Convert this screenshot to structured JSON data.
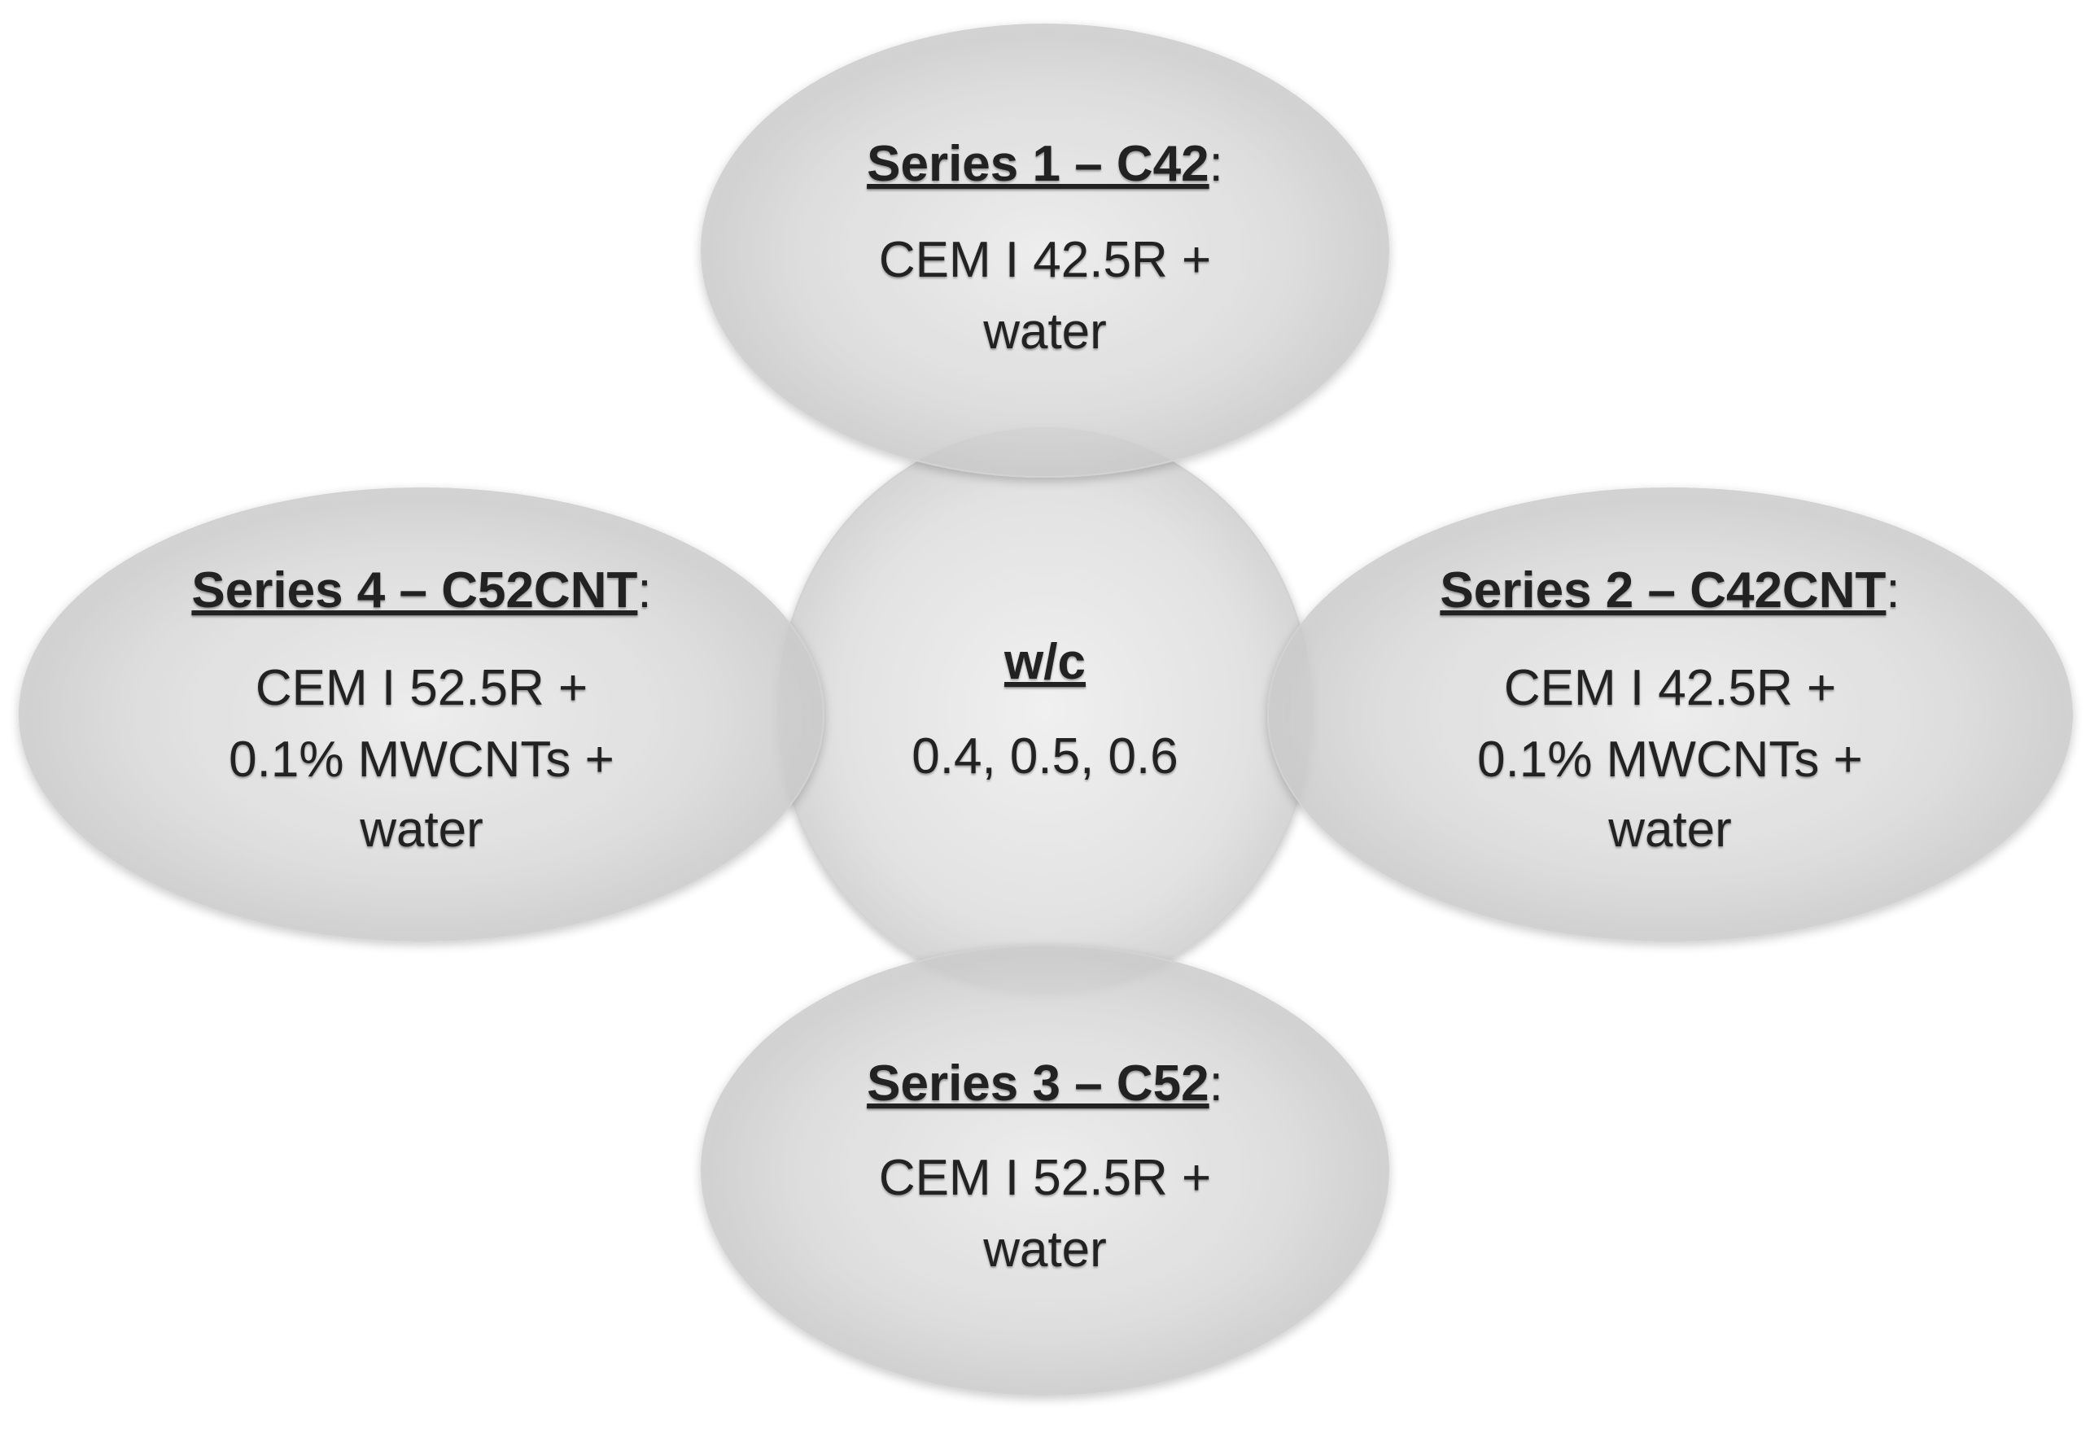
{
  "diagram": {
    "center": {
      "title": "w/c",
      "lines": [
        "0.4, 0.5, 0.6"
      ]
    },
    "series": [
      {
        "id": "series-1",
        "title": "Series 1 – C42",
        "title_suffix": ":",
        "lines": [
          "CEM I 42.5R +",
          "water"
        ]
      },
      {
        "id": "series-2",
        "title": "Series 2 – C42CNT",
        "title_suffix": ":",
        "lines": [
          "CEM I 42.5R +",
          "0.1% MWCNTs +",
          "water"
        ]
      },
      {
        "id": "series-3",
        "title": "Series 3 – C52",
        "title_suffix": ":",
        "lines": [
          "CEM I 52.5R +",
          "water"
        ]
      },
      {
        "id": "series-4",
        "title": "Series 4 – C52CNT",
        "title_suffix": ":",
        "lines": [
          "CEM I 52.5R +",
          "0.1% MWCNTs +",
          "water"
        ]
      }
    ],
    "colors": {
      "fill_light": "#f2f2f2",
      "fill_dark": "#c4c4c4",
      "outline": "#d0d0d0",
      "text": "#222222"
    }
  }
}
